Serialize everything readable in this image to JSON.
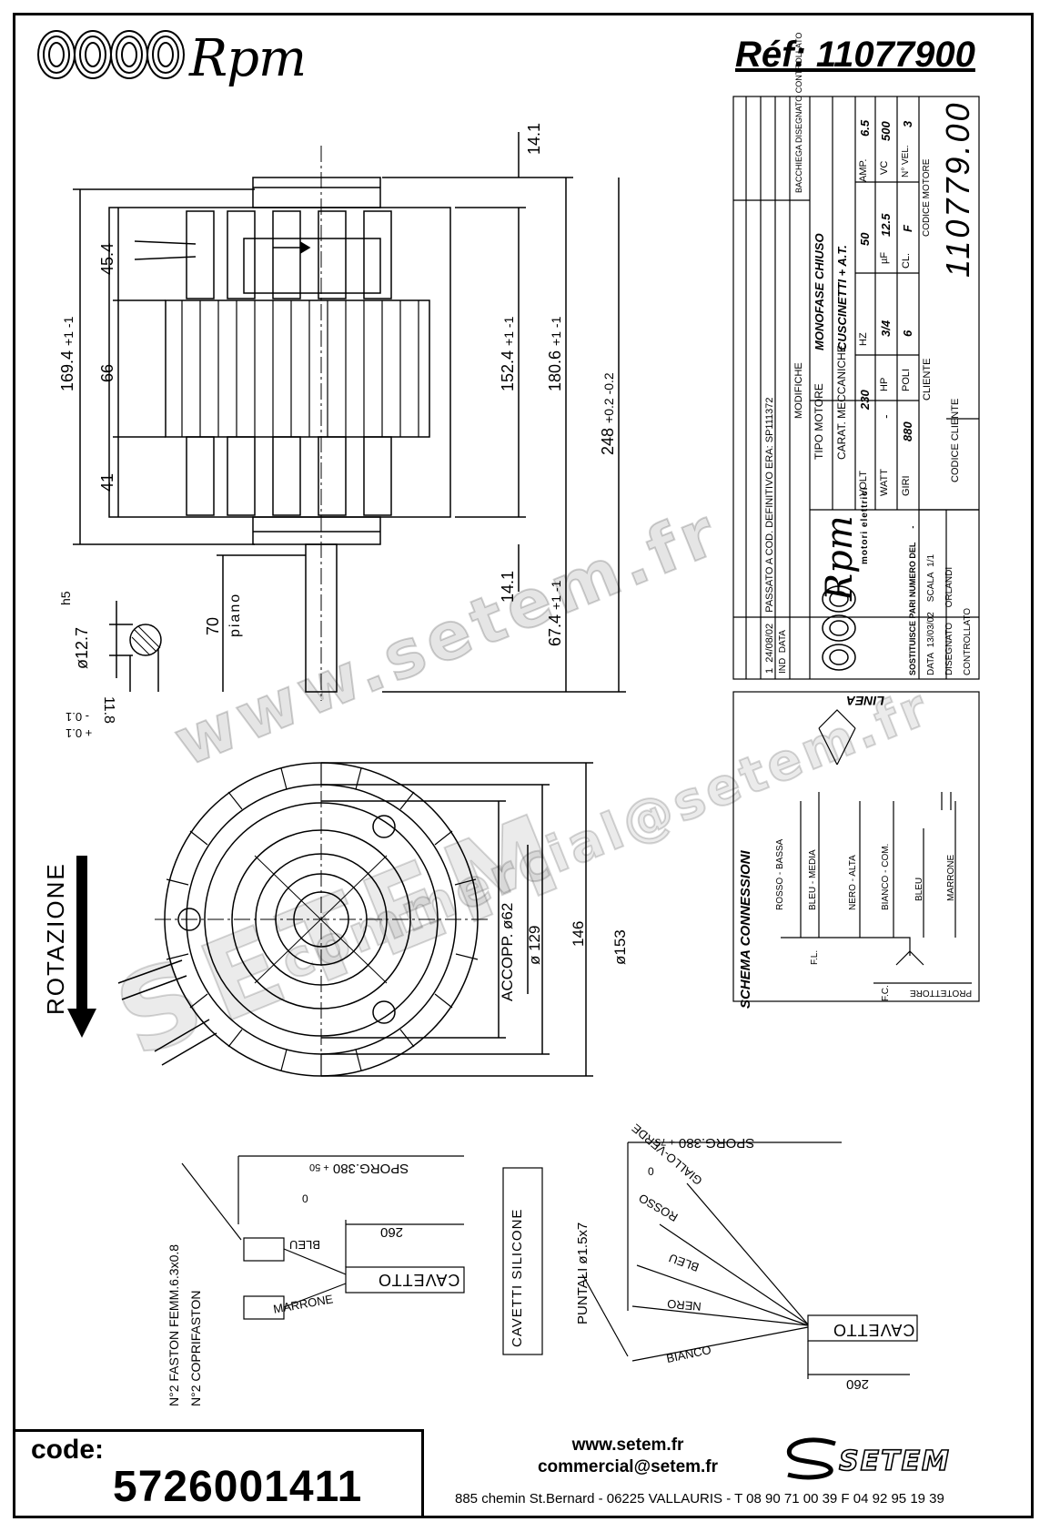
{
  "header": {
    "brand": "Rpm",
    "reference": "Réf: 11077900"
  },
  "title_block": {
    "brand": "Rpm",
    "brand_sub": "motori elettrici",
    "tipo_motore_label": "TIPO MOTORE",
    "tipo_motore": "MONOFASE CHIUSO",
    "carat_label": "CARAT. MECCANICHE",
    "carat": "CUSCINETTI + A.T.",
    "modifiche_label": "MODIFICHE",
    "modifica_1": "PASSATO A COD. DEFINITIVO ERA: SP111372",
    "rev_row": [
      "1",
      "24/08/02"
    ],
    "rev_header": [
      "IND",
      "DATA"
    ],
    "signatures": [
      "DISEGNATO",
      "CONTROLLATO"
    ],
    "signature_header": [
      "BACCHIEGA",
      "DISEGNATO",
      "CONTROLLATO"
    ],
    "volt_label": "VOLT",
    "volt": "230",
    "hz_label": "HZ",
    "hz": "50",
    "amp_label": "AMP.",
    "amp": "6.5",
    "watt_label": "WATT",
    "watt": "-",
    "hp_label": "HP",
    "hp": "3/4",
    "uf_label": "µF",
    "uf": "12.5",
    "vc_label": "VC",
    "vc": "500",
    "giri_label": "GIRI",
    "giri": "880",
    "poli_label": "POLI",
    "poli": "6",
    "cl_label": "CL.",
    "cl": "F",
    "nvel_label": "N° VEL.",
    "nvel": "3",
    "codice_motore_label": "CODICE MOTORE",
    "codice_motore": "110779.00",
    "cliente_label": "CLIENTE",
    "codice_cliente_label": "CODICE CLIENTE",
    "sostituisce_label": "SOSTITUISCE PARI NUMERO DEL",
    "sostituisce": "-",
    "data_label": "DATA",
    "data": "13/03/02",
    "scala_label": "SCALA",
    "scala": "1/1",
    "disegnato_label": "DISEGNATO",
    "disegnato": "ORLANDI",
    "controllato_label": "CONTROLLATO"
  },
  "dimensions": {
    "d1": "14.1",
    "d2": "45.4",
    "d3": "66",
    "d4": "41",
    "d5": "169.4",
    "d5_tol": "+1 -1",
    "d6": "152.4",
    "d6_tol": "+1 -1",
    "d7": "180.6",
    "d7_tol": "+1 -1",
    "d8": "248",
    "d8_tol": "+0.2 -0.2",
    "d9": "14.1",
    "d10": "67.4",
    "d10_tol": "+1 -1",
    "d11": "70",
    "piano": "piano",
    "shaft_d": "ø12.7",
    "shaft_tol": "h5",
    "shaft_flat": "11.8",
    "shaft_flat_tol_plus": "+ 0.1",
    "shaft_flat_tol_minus": "- 0.1"
  },
  "front_view": {
    "rotation": "ROTAZIONE",
    "accopp": "ACCOPP. ø62",
    "d129": "ø 129",
    "d146": "146",
    "d153": "ø153"
  },
  "wiring": {
    "title": "SCHEMA CONNESSIONI",
    "linea": "LINEA",
    "wires": [
      "ROSSO - BASSA",
      "BLEU - MEDIA",
      "NERO - ALTA",
      "BIANCO - COM.",
      "BLEU",
      "MARRONE"
    ],
    "fl": "F.L.",
    "fc": "F.C.",
    "protector": "PROTETTORE"
  },
  "cable_left": {
    "sporg": "SPORG.380",
    "sporg_tol": "+ 50",
    "sporg_tol2": "0",
    "len": "260",
    "wire1": "BLEU",
    "wire2": "MARRONE",
    "cavetto": "CAVETTO",
    "faston1": "N°2 FASTON FEMM.6.3x0.8",
    "faston2": "N°2 COPRIFASTON"
  },
  "cable_right": {
    "box": "CAVETTI SILICONE",
    "puntali": "PUNTALI ø1.5x7",
    "sporg": "SPORG.380",
    "sporg_tol": "+ 75",
    "sporg_tol2": "0",
    "wires": [
      "GIALLO-VERDE",
      "ROSSO",
      "BLEU",
      "NERO",
      "BIANCO"
    ],
    "cavetto": "CAVETTO",
    "len": "260"
  },
  "footer": {
    "code_label": "code:",
    "code_value": "5726001411",
    "web": "www.setem.fr",
    "email": "commercial@setem.fr",
    "address": "885 chemin St.Bernard  -  06225 VALLAURIS  -  T 08 90 71 00 39   F 04 92 95 19 39",
    "company": "SETEM"
  },
  "watermark": {
    "line1": "www.setem.fr",
    "line2": "SETEM",
    "line3": "commercial@setem.fr"
  }
}
